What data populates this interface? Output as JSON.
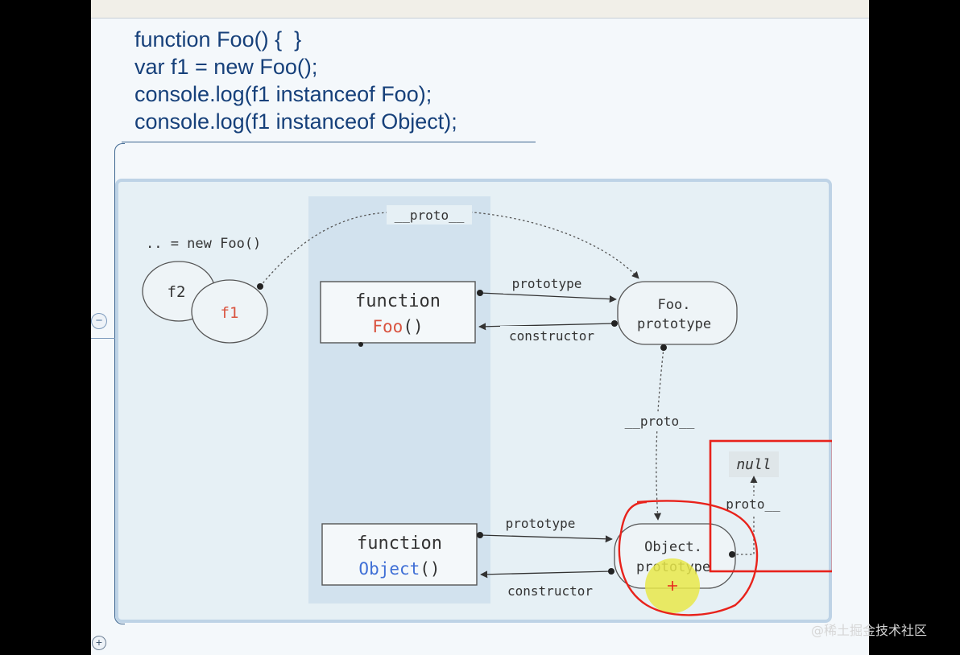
{
  "code_lines": [
    "function Foo() {  }",
    "var f1 = new Foo();",
    "console.log(f1 instanceof Foo);",
    "console.log(f1 instanceof Object);"
  ],
  "controls": {
    "collapse_glyph": "−",
    "expand_glyph": "+"
  },
  "diagram": {
    "new_foo_label": ".. = new Foo()",
    "instances": {
      "f2": "f2",
      "f1": "f1"
    },
    "foo_function": {
      "keyword": "function",
      "name": "Foo",
      "parens": "()"
    },
    "object_function": {
      "keyword": "function",
      "name": "Object",
      "parens": "()"
    },
    "foo_prototype": {
      "line1": "Foo.",
      "line2": "prototype"
    },
    "object_prototype": {
      "line1": "Object.",
      "line2": "prototype"
    },
    "null_label": "null",
    "edges": {
      "f1_proto": "__proto__",
      "foo_proto_proto": "__proto__",
      "object_proto_proto": "proto__",
      "foo_prototype": "prototype",
      "foo_constructor": "constructor",
      "object_prototype": "prototype",
      "object_constructor": "constructor"
    },
    "colors": {
      "function_name_foo": "#d9533f",
      "function_name_object": "#3f6fd6",
      "annotation_red": "#e8221b",
      "highlight_yellow": "#e8e84a"
    }
  },
  "watermark": "@稀土掘金技术社区"
}
